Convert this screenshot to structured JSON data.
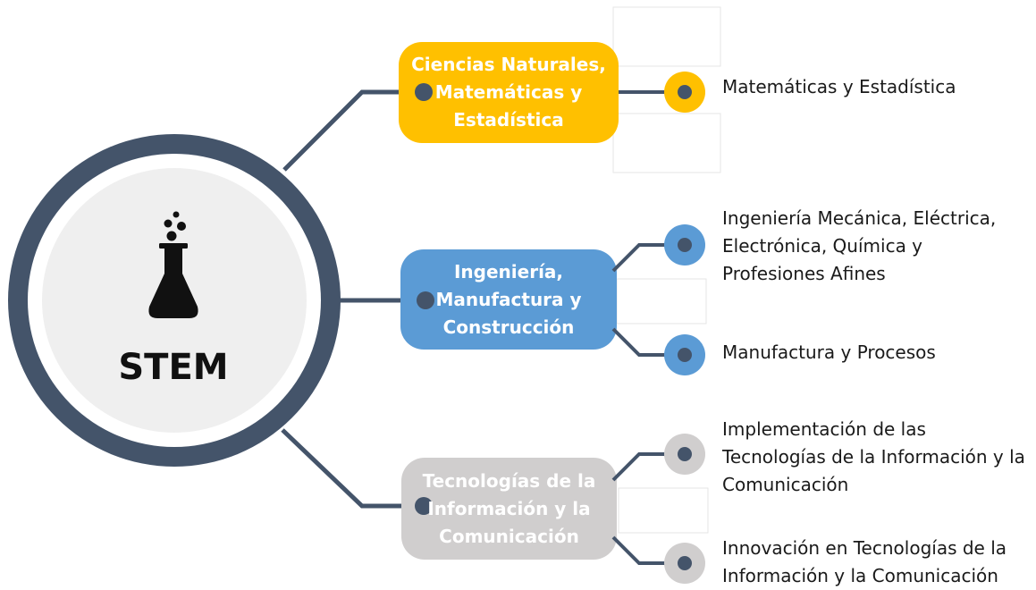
{
  "center": {
    "label": "STEM",
    "icon": "flask-icon"
  },
  "colors": {
    "ring": "#44546a",
    "center_fill": "#efefef",
    "connector": "#44546a",
    "dot": "#44546a",
    "category_1": "#ffc000",
    "category_2": "#5b9bd5",
    "category_3": "#d0cece"
  },
  "categories": [
    {
      "label": "Ciencias Naturales,\nMatemáticas y\nEstadística",
      "color": "#ffc000",
      "subareas": [
        "Matemáticas y Estadística"
      ]
    },
    {
      "label": "Ingeniería,\nManufactura y\nConstrucción",
      "color": "#5b9bd5",
      "subareas": [
        "Ingeniería Mecánica, Eléctrica,\nElectrónica, Química y\nProfesiones Afines",
        "Manufactura y Procesos"
      ]
    },
    {
      "label": "Tecnologías de la\nInformación y la\nComunicación",
      "color": "#d0cece",
      "subareas": [
        "Implementación de las\nTecnologías de la Información y la\nComunicación",
        "Innovación en Tecnologías de la\nInformación y la Comunicación"
      ]
    }
  ]
}
